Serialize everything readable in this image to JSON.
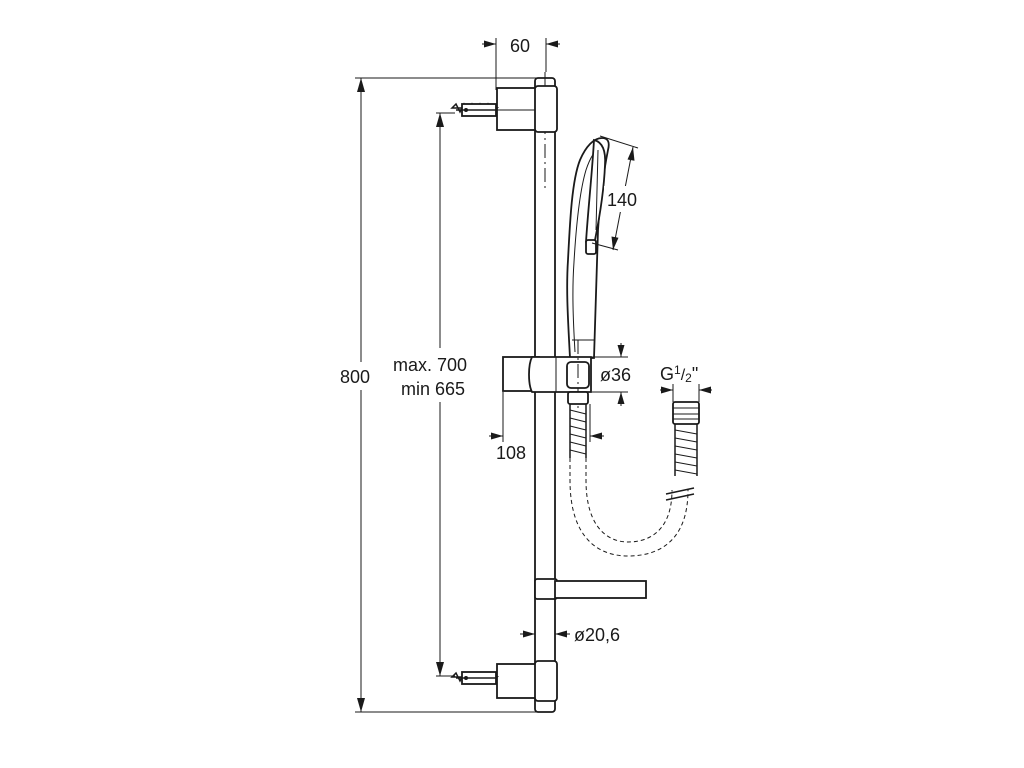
{
  "drawing": {
    "dimensions": {
      "bracket_offset": "60",
      "total_height": "800",
      "fixing_distance_line1": "max. 700",
      "fixing_distance_line2": "min 665",
      "handshower_head_length": "140",
      "slider_diameter": "ø36",
      "slider_projection": "108",
      "hose_connection_main": "G",
      "hose_connection_sup": "1",
      "hose_connection_sub": "2",
      "hose_connection_suffix": "\"",
      "bar_diameter": "ø20,6"
    }
  }
}
